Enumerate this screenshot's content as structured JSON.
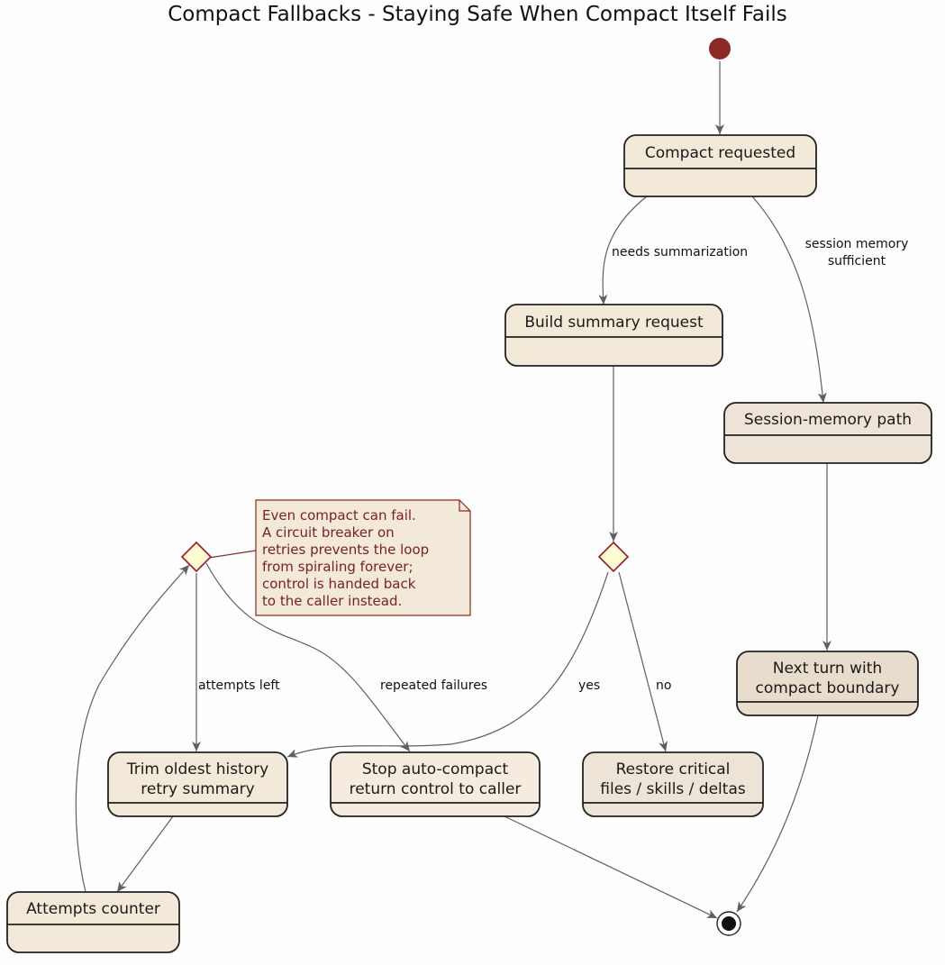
{
  "title": "Compact Fallbacks - Staying Safe When Compact Itself Fails",
  "states": {
    "compact_requested": [
      "Compact requested"
    ],
    "build_summary": [
      "Build summary request"
    ],
    "session_memory": [
      "Session-memory path"
    ],
    "next_turn": [
      "Next turn with",
      "compact boundary"
    ],
    "trim_history": [
      "Trim oldest history",
      "retry summary"
    ],
    "stop_auto": [
      "Stop auto-compact",
      "return control to caller"
    ],
    "restore_critical": [
      "Restore critical",
      "files / skills / deltas"
    ],
    "attempts_counter": [
      "Attempts counter"
    ]
  },
  "edge_labels": {
    "needs_summarization": [
      "needs summarization"
    ],
    "session_sufficient": [
      "session memory",
      "sufficient"
    ],
    "attempts_left": [
      "attempts left"
    ],
    "repeated_failures": [
      "repeated failures"
    ],
    "yes": [
      "yes"
    ],
    "no": [
      "no"
    ]
  },
  "note": [
    "Even compact can fail.",
    "A circuit breaker on",
    "retries prevents the loop",
    "from spiraling forever;",
    "control is handed back",
    "to the caller instead."
  ],
  "colors": {
    "state_fill": "#f3e9d8",
    "state_fill_alt": "#ede3d6",
    "state_fill_dark": "#e8dccd",
    "state_border": "#222222",
    "start_dot": "#8b2a23",
    "choice_fill": "#fdfbd2",
    "choice_border": "#a1182a",
    "note_fill": "#f3e9d8",
    "note_border": "#8b2a23",
    "edge": "#5f5f5f"
  }
}
